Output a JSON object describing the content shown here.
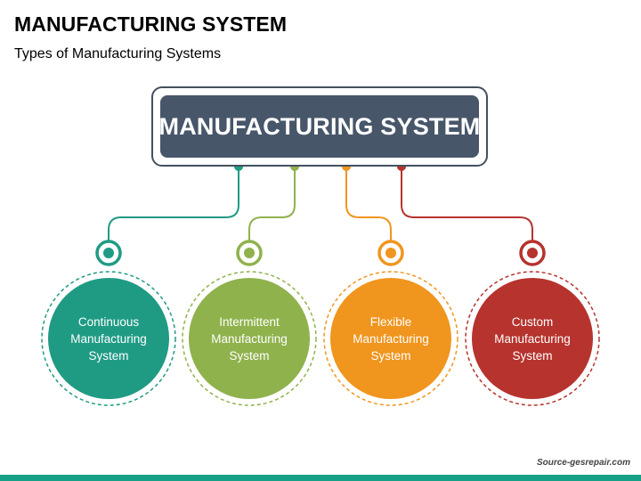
{
  "header": {
    "title": "MANUFACTURING SYSTEM",
    "subtitle": "Types of Manufacturing Systems"
  },
  "hub": {
    "label": "MANUFACTURING SYSTEM",
    "color": "#48566a"
  },
  "types": [
    {
      "label": "Continuous Manufacturing System",
      "color": "#1f9b84"
    },
    {
      "label": "Intermittent Manufacturing System",
      "color": "#8fb24d"
    },
    {
      "label": "Flexible Manufacturing System",
      "color": "#f0951e"
    },
    {
      "label": "Custom Manufacturing System",
      "color": "#b6332e"
    }
  ],
  "footer": {
    "source": "Source-gesrepair.com",
    "bar_color": "#16a085"
  }
}
